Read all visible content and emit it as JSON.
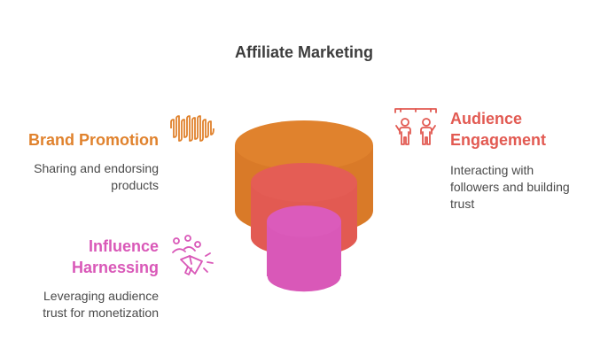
{
  "title": "Affiliate Marketing",
  "colors": {
    "orange": "#E0822D",
    "red": "#E25A52",
    "pink": "#D958B8",
    "title": "#3d3d3d",
    "text": "#4a4a4a"
  },
  "items": [
    {
      "heading": "Brand Promotion",
      "description_lines": [
        "Sharing and endorsing",
        "products"
      ],
      "icon": "soundwave-icon",
      "color": "#E0822D"
    },
    {
      "heading_lines": [
        "Audience",
        "Engagement"
      ],
      "description_lines": [
        "Interacting with",
        "followers and building",
        "trust"
      ],
      "icon": "people-icon",
      "color": "#E25A52"
    },
    {
      "heading_lines": [
        "Influence",
        "Harnessing"
      ],
      "description_lines": [
        "Leveraging audience",
        "trust for monetization"
      ],
      "icon": "megaphone-icon",
      "color": "#D958B8"
    }
  ]
}
